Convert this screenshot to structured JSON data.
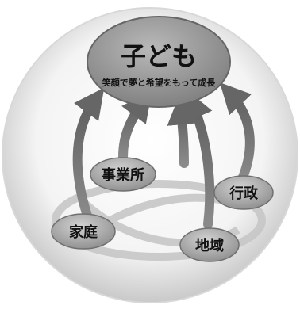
{
  "center": {
    "title": "子ども",
    "subtitle": "笑顔で夢と希望をもって成長"
  },
  "nodes": {
    "office": "事業所",
    "government": "行政",
    "home": "家庭",
    "community": "地域"
  },
  "colors": {
    "sphere_edge": "#cfcfcf",
    "ellipse_fill": "#8f8f8f",
    "arrow": "#6e6e6e",
    "ring": "#c4c4c4",
    "node_fill": "#a8a8a8"
  }
}
